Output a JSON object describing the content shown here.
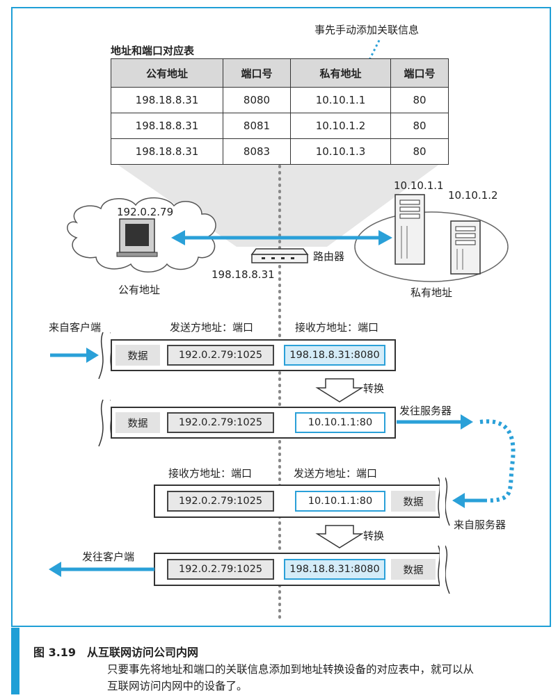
{
  "annotation": {
    "manual_note": "事先手动添加关联信息"
  },
  "table": {
    "title": "地址和端口对应表",
    "headers": [
      "公有地址",
      "端口号",
      "私有地址",
      "端口号"
    ],
    "rows": [
      [
        "198.18.8.31",
        "8080",
        "10.10.1.1",
        "80"
      ],
      [
        "198.18.8.31",
        "8081",
        "10.10.1.2",
        "80"
      ],
      [
        "198.18.8.31",
        "8083",
        "10.10.1.3",
        "80"
      ]
    ]
  },
  "network": {
    "client_ip": "192.0.2.79",
    "public_label": "公有地址",
    "router_label": "路由器",
    "router_ip": "198.18.8.31",
    "server1_ip": "10.10.1.1",
    "server2_ip": "10.10.1.2",
    "private_label": "私有地址"
  },
  "flow": {
    "from_client": "来自客户端",
    "hdr1_src": "发送方地址：端口",
    "hdr1_dst": "接收方地址：端口",
    "data_label": "数据",
    "client_addr": "192.0.2.79:1025",
    "public_addr": "198.18.8.31:8080",
    "private_addr": "10.10.1.1:80",
    "convert": "转换",
    "to_server": "发往服务器",
    "hdr2_dst": "接收方地址：端口",
    "hdr2_src": "发送方地址：端口",
    "from_server": "来自服务器",
    "to_client": "发往客户端"
  },
  "caption": {
    "title": "图 3.19　从互联网访问公司内网",
    "line1": "只要事先将地址和端口的关联信息添加到地址转换设备的对应表中，就可以从",
    "line2": "互联网访问内网中的设备了。"
  },
  "colors": {
    "accent": "#1f9fd6",
    "light_blue": "#d4ecf8",
    "gray": "#e3e3e3"
  }
}
